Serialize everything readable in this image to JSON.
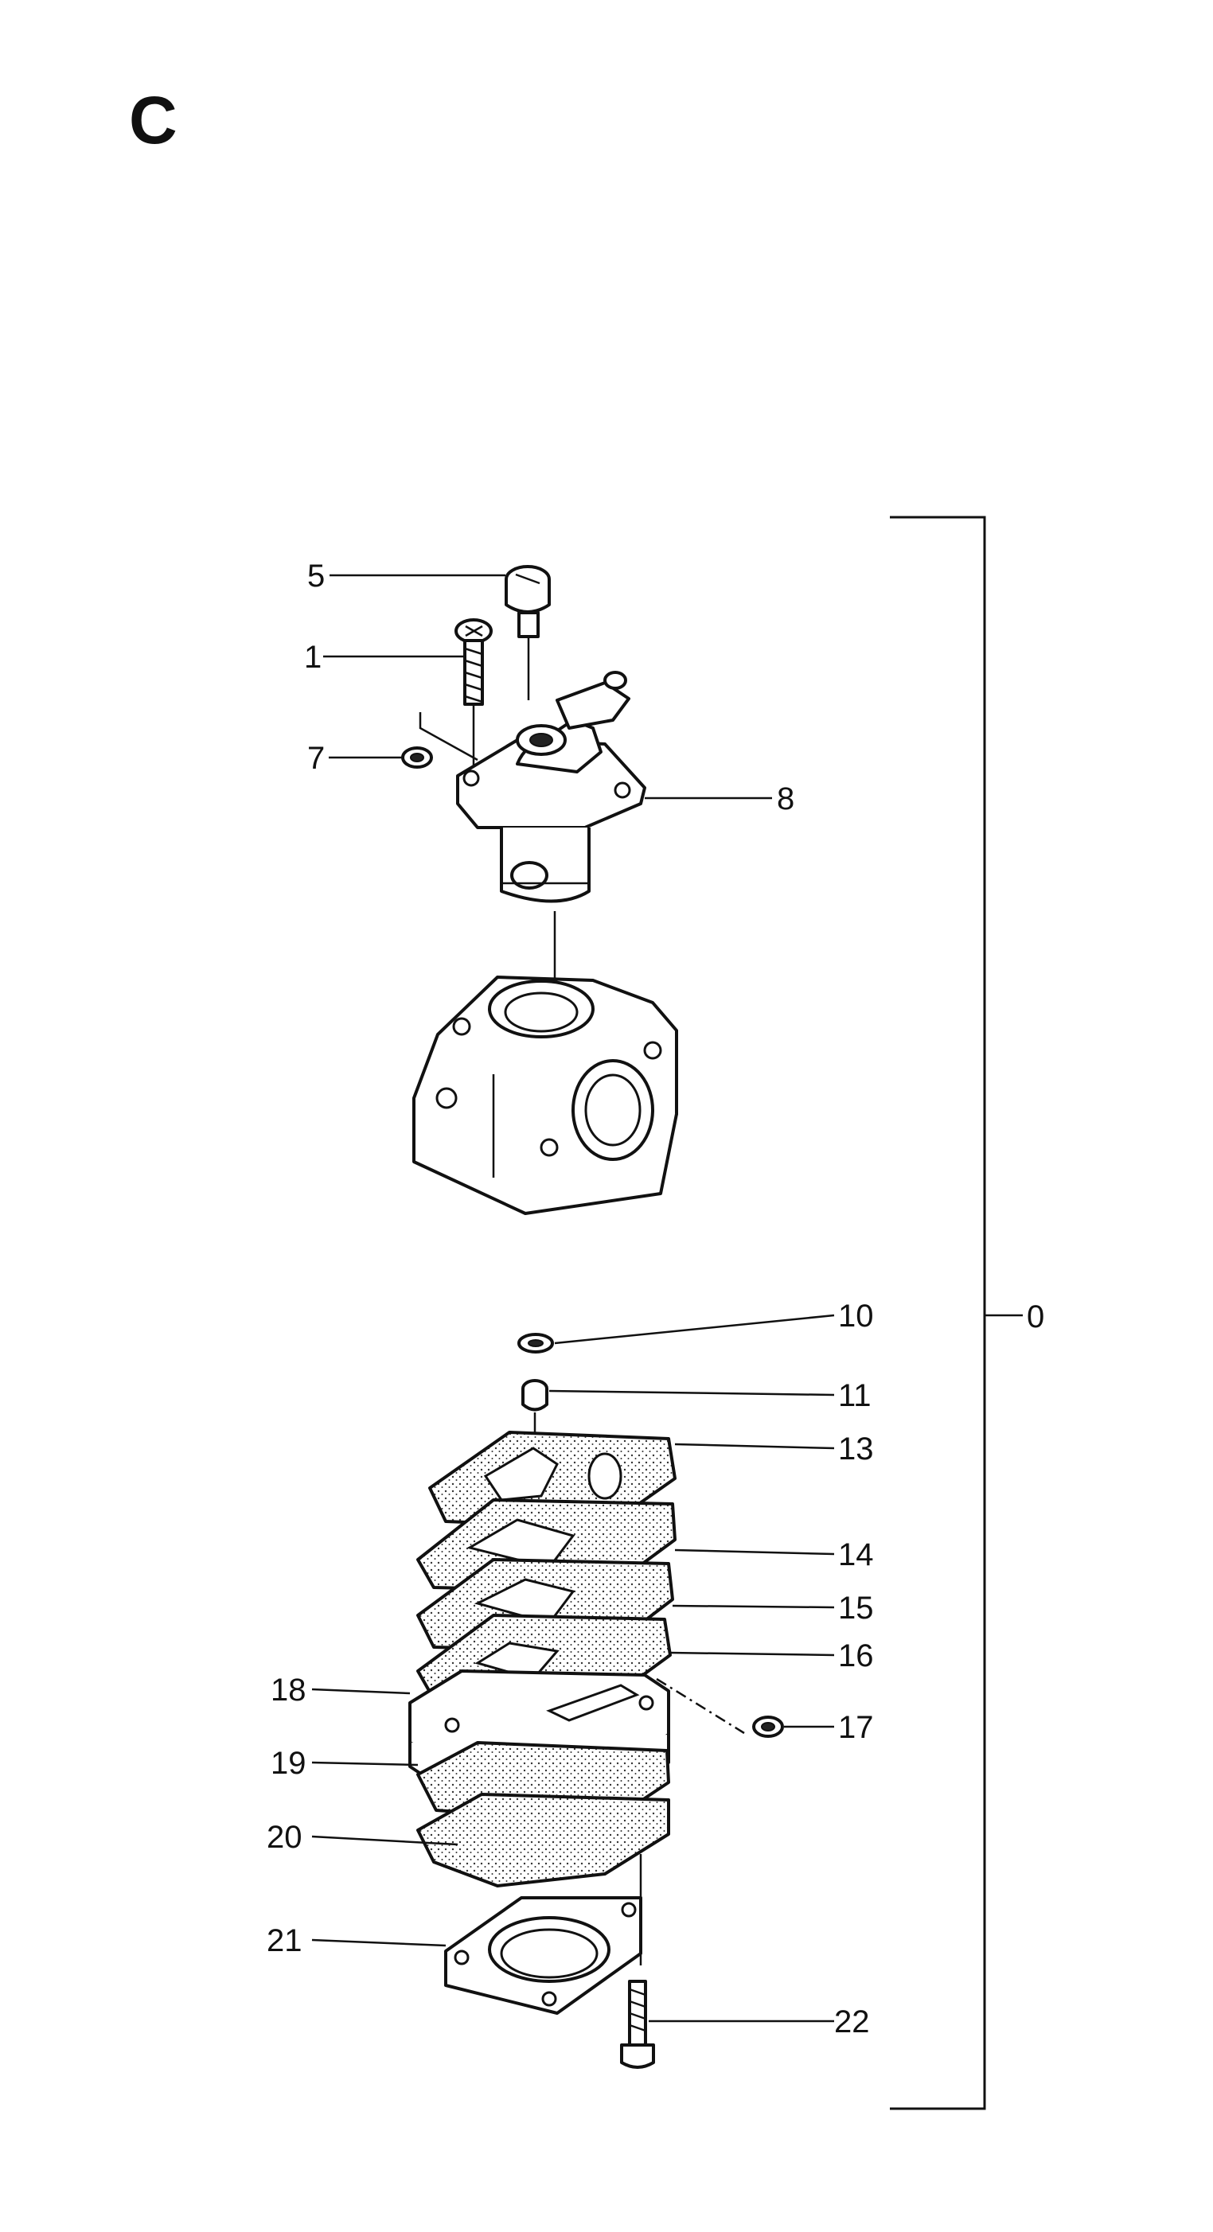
{
  "section_letter": "C",
  "assembly_label": "0",
  "callouts": [
    {
      "id": "5",
      "text": "5"
    },
    {
      "id": "1",
      "text": "1"
    },
    {
      "id": "7",
      "text": "7"
    },
    {
      "id": "8",
      "text": "8"
    },
    {
      "id": "10",
      "text": "10"
    },
    {
      "id": "11",
      "text": "11"
    },
    {
      "id": "13",
      "text": "13"
    },
    {
      "id": "14",
      "text": "14"
    },
    {
      "id": "15",
      "text": "15"
    },
    {
      "id": "16",
      "text": "16"
    },
    {
      "id": "17",
      "text": "17"
    },
    {
      "id": "18",
      "text": "18"
    },
    {
      "id": "19",
      "text": "19"
    },
    {
      "id": "20",
      "text": "20"
    },
    {
      "id": "21",
      "text": "21"
    },
    {
      "id": "22",
      "text": "22"
    }
  ]
}
